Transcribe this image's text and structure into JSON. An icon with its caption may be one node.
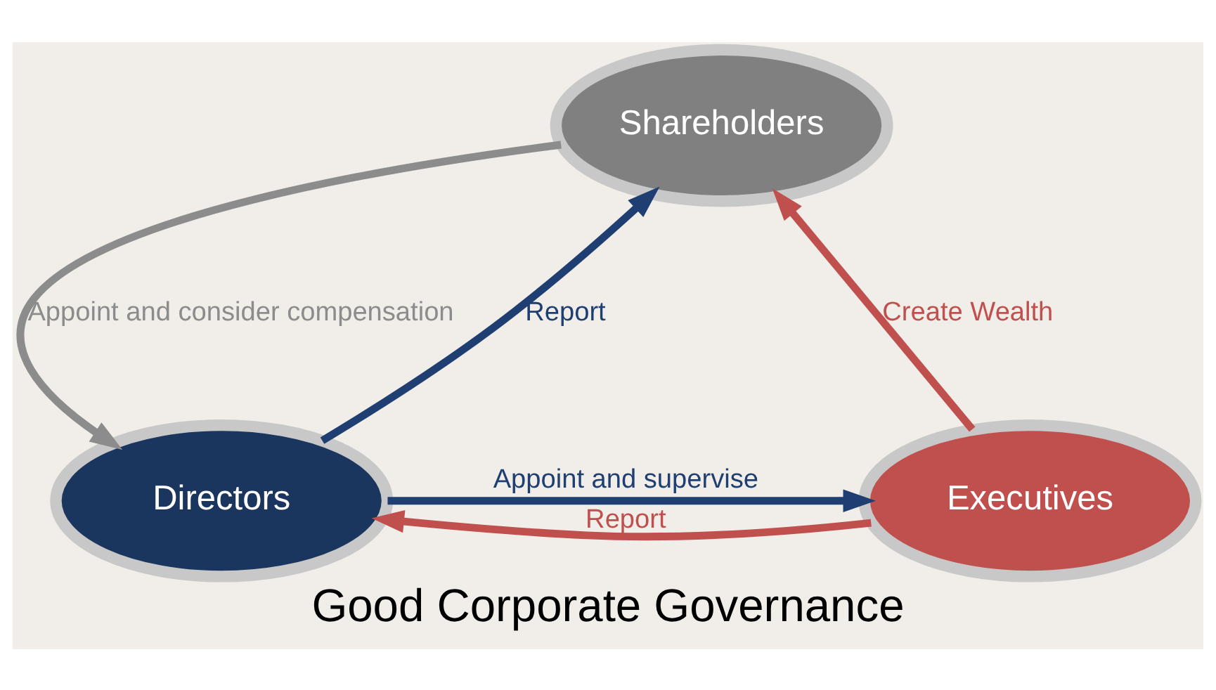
{
  "diagram": {
    "title": "Good Corporate Governance",
    "nodes": [
      {
        "text": [
          "Shareholders"
        ]
      },
      {
        "text": [
          "Directors"
        ]
      },
      {
        "text": [
          "Executives"
        ]
      }
    ],
    "edges": [
      {
        "from": 0,
        "to": 1,
        "arrow": "to",
        "label": "Appoint and consider compensation",
        "color": "#8c8c8c"
      },
      {
        "from": 1,
        "to": 0,
        "arrow": "to",
        "label": "Report",
        "color": "#1f3f73"
      },
      {
        "from": 2,
        "to": 0,
        "arrow": "to",
        "label": "Create Wealth",
        "color": "#c0504d"
      },
      {
        "from": 1,
        "to": 2,
        "arrow": "to",
        "label": "Appoint and supervise",
        "color": "#1f3f73"
      },
      {
        "from": 2,
        "to": 1,
        "arrow": "to",
        "label": "Report",
        "color": "#c0504d"
      }
    ]
  }
}
